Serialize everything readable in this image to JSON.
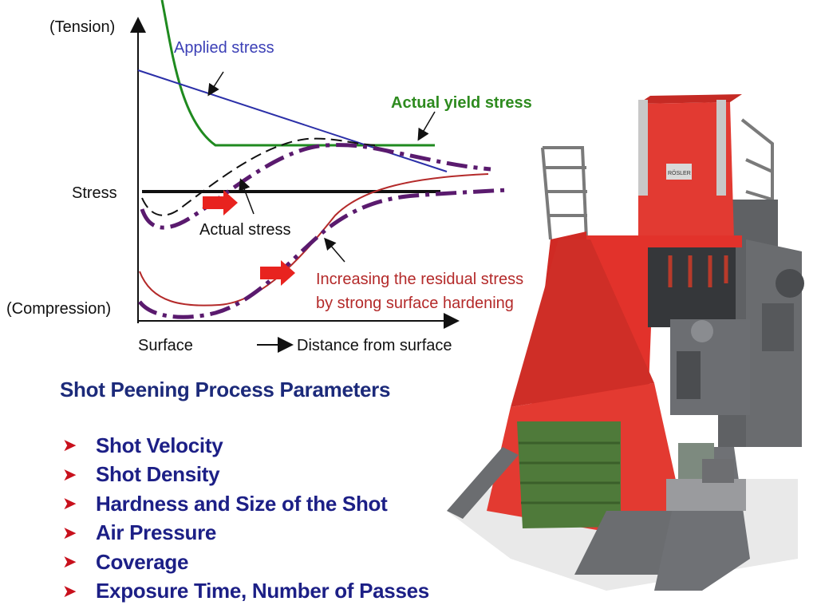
{
  "diagram": {
    "y_axis_top_label": "(Tension)",
    "y_axis_mid_label": "Stress",
    "y_axis_bottom_label": "(Compression)",
    "x_axis_left_label": "Surface",
    "x_axis_right_label": "Distance from surface",
    "annotations": {
      "applied_stress": "Applied stress",
      "actual_yield_stress": "Actual yield stress",
      "actual_stress": "Actual stress",
      "residual_line1": "Increasing the residual stress",
      "residual_line2": "by strong surface hardening"
    },
    "colors": {
      "applied": "#2b2fa8",
      "yield": "#1f8a1f",
      "residual": "#b42a2a",
      "dashdot": "#5a1a6e",
      "arrow": "#e8231f"
    }
  },
  "parameters": {
    "title": "Shot Peening Process Parameters",
    "items": [
      "Shot Velocity",
      "Shot Density",
      "Hardness and Size of the Shot",
      "Air Pressure",
      "Coverage",
      "Exposure Time, Number of Passes"
    ]
  },
  "machine": {
    "brand_plate": "RÖSLER"
  }
}
